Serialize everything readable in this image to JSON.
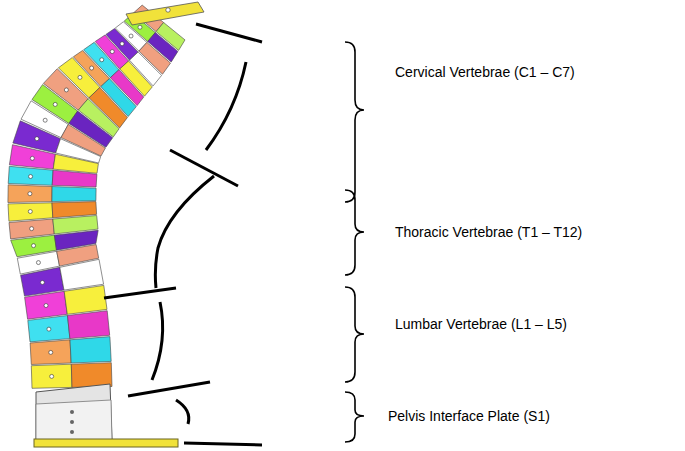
{
  "diagram": {
    "labels": [
      "Cervical Vertebrae (C1 – C7)",
      "Thoracic Vertebrae (T1 – T12)",
      "Lumbar Vertebrae (L1 – L5)",
      "Pelvis Interface Plate (S1)"
    ]
  }
}
